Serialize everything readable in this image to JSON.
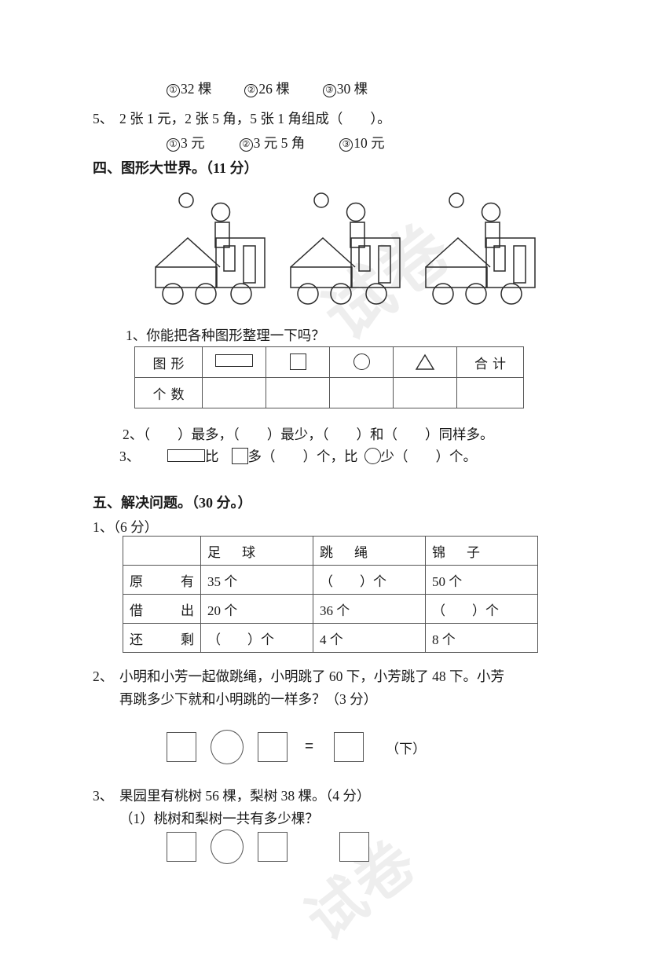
{
  "watermarks": {
    "w1": "试卷",
    "w2": "试卷"
  },
  "q3_options": {
    "o1_num": "①",
    "o1_text": "32 棵",
    "o2_num": "②",
    "o2_text": "26 棵",
    "o3_num": "③",
    "o3_text": "30 棵"
  },
  "q5": {
    "number": "5、",
    "stem": "2 张 1 元，2 张 5 角，5 张 1 角组成（　　）。",
    "o1_num": "①",
    "o1_text": "3 元",
    "o2_num": "②",
    "o2_text": "3 元 5 角",
    "o3_num": "③",
    "o3_text": "10 元"
  },
  "section4": {
    "title": "四、图形大世界。（11 分）",
    "q1_text": "1、你能把各种图形整理一下吗？",
    "shape_table": {
      "row1_label": "图形",
      "row2_label": "个数",
      "total_label": "合计",
      "icons": [
        "rectangle-icon",
        "square-icon",
        "circle-icon",
        "triangle-icon"
      ],
      "counts": [
        "",
        "",
        "",
        "",
        ""
      ]
    },
    "q2_text": "2、（　　）最多，（　　）最少，（　　）和（　　）同样多。",
    "q3_number": "3、",
    "q3_part1": "比",
    "q3_part2": "多（　　）个，比",
    "q3_part3": "少（　　）个。"
  },
  "section5": {
    "title": "五、解决问题。（30 分。）",
    "q1_label": "1、（6 分）",
    "sports_table": {
      "headers": [
        "",
        "足　球",
        "跳　绳",
        "锦　子"
      ],
      "rows": [
        {
          "label": "原　有",
          "cells": [
            "35 个",
            "（　　）个",
            "50 个"
          ]
        },
        {
          "label": "借　出",
          "cells": [
            "20 个",
            "36 个",
            "（　　）个"
          ]
        },
        {
          "label": "还　剩",
          "cells": [
            "（　　）个",
            "4 个",
            "8 个"
          ]
        }
      ]
    },
    "q2_number": "2、",
    "q2_line1": "小明和小芳一起做跳绳，小明跳了 60 下，小芳跳了 48 下。小芳",
    "q2_line2": "再跳多少下就和小明跳的一样多？（3 分）",
    "q2_equals": "=",
    "q2_unit": "（下）",
    "q3_number": "3、",
    "q3_line1": "果园里有桃树 56 棵，梨树 38 棵。（4 分）",
    "q3_line2": "（1）桃树和梨树一共有多少棵？"
  },
  "figure": {
    "name": "three-identical-trains",
    "count": 3,
    "parts": [
      "small-circle",
      "large-circle",
      "chimney-rect",
      "cab-rect",
      "window-rect-small",
      "window-rect-large",
      "triangle-roof",
      "body-rect",
      "wheel-circle"
    ]
  },
  "colors": {
    "ink": "#1a1a1a",
    "line": "#2b2b2b",
    "table_border": "#555555",
    "watermark": "#eeeeee",
    "page": "#ffffff"
  }
}
